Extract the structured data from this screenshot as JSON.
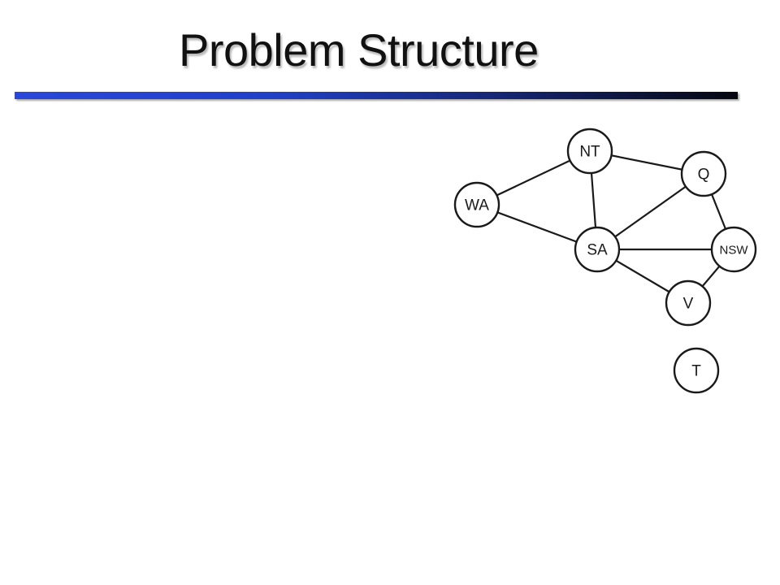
{
  "slide": {
    "title": "Problem Structure"
  },
  "colors": {
    "rule_start": "#2a47d8",
    "rule_end": "#05070f",
    "ink": "#1a1a1a"
  },
  "graph": {
    "nodes": [
      {
        "id": "WA",
        "label": "WA"
      },
      {
        "id": "NT",
        "label": "NT"
      },
      {
        "id": "Q",
        "label": "Q"
      },
      {
        "id": "SA",
        "label": "SA"
      },
      {
        "id": "NSW",
        "label": "NSW"
      },
      {
        "id": "V",
        "label": "V"
      },
      {
        "id": "T",
        "label": "T"
      }
    ],
    "edges": [
      [
        "WA",
        "NT"
      ],
      [
        "WA",
        "SA"
      ],
      [
        "NT",
        "SA"
      ],
      [
        "NT",
        "Q"
      ],
      [
        "Q",
        "SA"
      ],
      [
        "Q",
        "NSW"
      ],
      [
        "SA",
        "NSW"
      ],
      [
        "SA",
        "V"
      ],
      [
        "NSW",
        "V"
      ]
    ]
  }
}
